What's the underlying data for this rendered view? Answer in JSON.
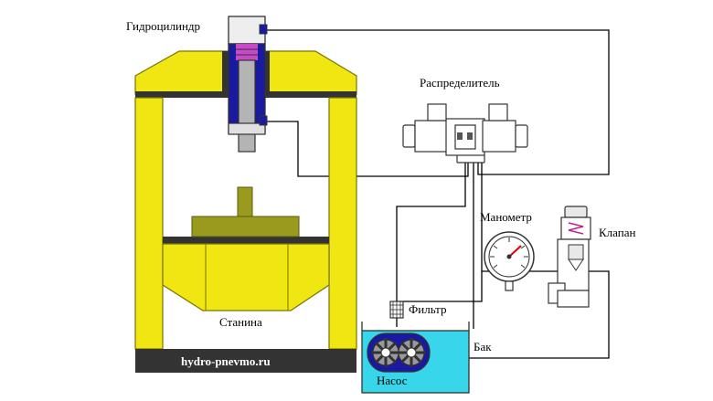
{
  "labels": {
    "cylinder": "Гидроцилиндр",
    "distributor": "Распределитель",
    "manometer": "Манометр",
    "valve": "Клапан",
    "filter": "Фильтр",
    "frame": "Станина",
    "tank": "Бак",
    "pump": "Насос",
    "website": "hydro-pnevmo.ru"
  },
  "colors": {
    "frame": "#f0e612",
    "frame_outline": "#7a7400",
    "platen": "#9a9a1e",
    "cylinder_blue": "#1a1aa0",
    "rod": "#b4b4b4",
    "tank_water": "#38d6ea",
    "base": "#333333",
    "pipe": "#000000"
  },
  "icons": [
    "gear-pump-icon",
    "pressure-gauge-icon",
    "solenoid-valve-icon",
    "filter-icon",
    "relief-valve-icon"
  ]
}
